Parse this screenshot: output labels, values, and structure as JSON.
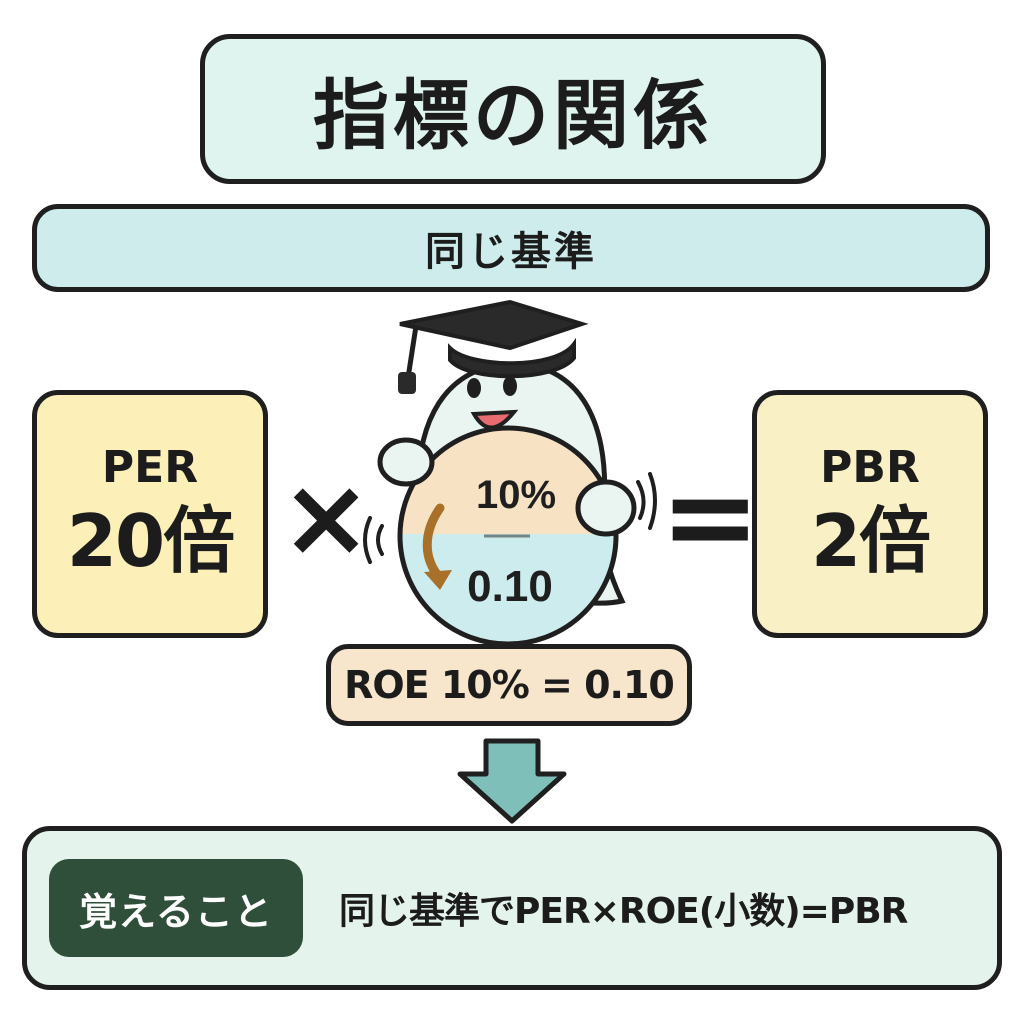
{
  "title": "指標の関係",
  "subtitle": "同じ基準",
  "per": {
    "name": "PER",
    "value": "20倍"
  },
  "operators": {
    "multiply": "×",
    "equals": "="
  },
  "pbr": {
    "name": "PBR",
    "value": "2倍"
  },
  "mascot": {
    "icon": "mascot-with-graduation-cap",
    "disc_top_text": "10%",
    "disc_bottom_text": "0.10",
    "colors": {
      "disc_top": "#f7e3c4",
      "disc_bottom": "#cdeced",
      "arrow": "#a9702a"
    }
  },
  "roe_formula": "ROE 10% = 0.10",
  "arrow_icon": "down-arrow-icon",
  "summary": {
    "label": "覚えること",
    "text": "同じ基準でPER×ROE(小数)=PBR"
  },
  "colors": {
    "title_bg": "#dff3ef",
    "subtitle_bg": "#cdeceb",
    "metric_bg": "#fcefb8",
    "roe_pill_bg": "#f7e6cb",
    "arrow": "#7fbfb9",
    "summary_bg": "#e4f4ec",
    "summary_label_bg": "#2f4f3a"
  }
}
